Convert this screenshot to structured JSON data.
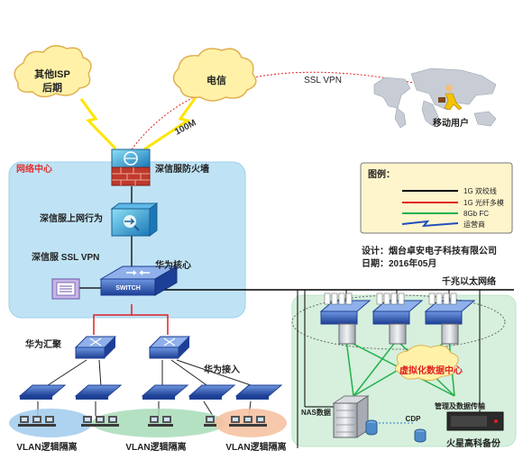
{
  "labels": {
    "isp_other": [
      "其他ISP",
      "后期"
    ],
    "telecom": "电信",
    "ssl_vpn_link": "SSL VPN",
    "mobile_user": "移动用户",
    "bandwidth": "100M",
    "net_center": "网络中心",
    "firewall": "深信服防火墙",
    "behavior": "深信服上网行为",
    "ssl_vpn_device": "深信服 SSL VPN",
    "core": "华为核心",
    "switch_text": "SWITCH",
    "aggregation": "华为汇聚",
    "access": "华为接入",
    "gigabit": "千兆以太网络",
    "virtual_dc": "虚拟化数据中心",
    "nas": "NAS数据",
    "cdp": "CDP",
    "mgmt_transfer": "管理及数据传输",
    "backup": "火星高科备份",
    "vlans": [
      "VLAN逻辑隔离",
      "VLAN逻辑隔离",
      "VLAN逻辑隔离"
    ]
  },
  "legend": {
    "title": "图例：",
    "items": [
      {
        "label": "1G 双绞线",
        "color": "#000000",
        "style": "line"
      },
      {
        "label": "1G 光纤多模",
        "color": "#e02020",
        "style": "line"
      },
      {
        "label": "8Gb FC",
        "color": "#22b14c",
        "style": "line"
      },
      {
        "label": "运营商",
        "color": "#1f4fbf",
        "style": "lightning"
      }
    ]
  },
  "design_info": {
    "designer": "设计：烟台卓安电子科技有限公司",
    "date": "日期：2016年05月"
  },
  "colors": {
    "cloud_fill": "#fff2a8",
    "cloud_stroke": "#e0b050",
    "network_center_fill": "#bfe3f5",
    "datacenter_fill": "#d6f0dd",
    "legend_fill": "#fff5cc",
    "link_red": "#e02020",
    "link_green": "#22b14c",
    "device_blue": "#2a4fa8"
  }
}
